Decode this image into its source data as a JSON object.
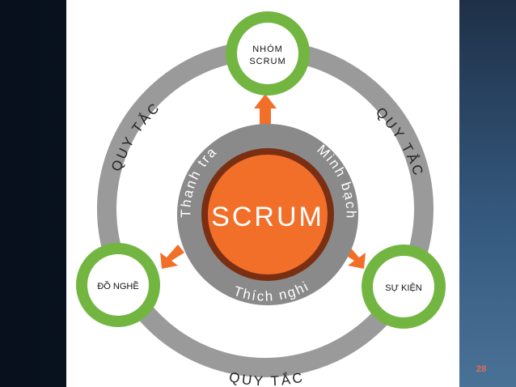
{
  "diagram": {
    "center_label": "SCRUM",
    "inner_arcs": {
      "left": "Thanh tra",
      "right": "Minh bạch",
      "bottom": "Thích nghi"
    },
    "nodes": {
      "top": {
        "line1": "NHÓM",
        "line2": "SCRUM"
      },
      "left": "ĐỒ NGHỀ",
      "right": "SỰ KIỆN"
    },
    "outer_arcs": {
      "left": "QUY TẮC",
      "right": "QUY TẮC",
      "bottom": "QUY TẮC"
    }
  },
  "page_number": "28",
  "colors": {
    "orange": "#f26f2a",
    "dark_orange": "#7b2f12",
    "green": "#72b641",
    "gray_ring": "#9a9a9a",
    "inner_gray": "#8a8a8a",
    "white": "#ffffff"
  }
}
